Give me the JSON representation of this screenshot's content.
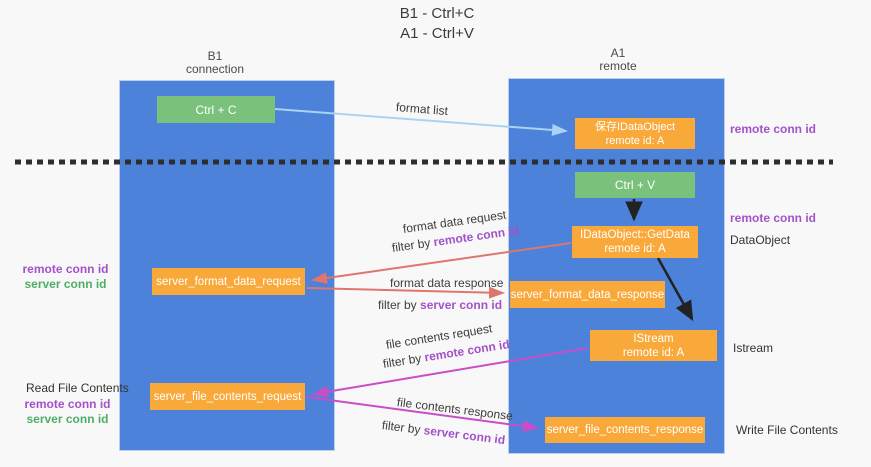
{
  "title": {
    "line1": "B1 - Ctrl+C",
    "line2": "A1 - Ctrl+V"
  },
  "lanes": {
    "b1": {
      "header_line1": "B1",
      "header_line2": "connection"
    },
    "a1": {
      "header_line1": "A1",
      "header_line2": "remote"
    }
  },
  "nodes": {
    "ctrl_c": "Ctrl + C",
    "ctrl_v": "Ctrl + V",
    "save_dataobject": {
      "line1": "保存IDataObject",
      "line2": "remote id: A"
    },
    "getdata": {
      "line1": "IDataObject::GetData",
      "line2": "remote id: A"
    },
    "istream": {
      "line1": "IStream",
      "line2": "remote id: A"
    },
    "server_format_data_request": "server_format_data_request",
    "server_format_data_response": "server_format_data_response",
    "server_file_contents_request": "server_file_contents_request",
    "server_file_contents_response": "server_file_contents_response"
  },
  "side_labels": {
    "remote_conn_id_top": "remote conn id",
    "remote_conn_id_mid": "remote conn id",
    "dataobject": "DataObject",
    "istream": "Istream",
    "write_file_contents": "Write File Contents",
    "read_file_contents": "Read File Contents",
    "remote_conn_id_left": "remote conn id",
    "server_conn_id_left": "server conn id"
  },
  "edge_labels": {
    "format_list": "format list",
    "format_data_request": "format data request",
    "format_data_response": "format data response",
    "file_contents_request": "file contents request",
    "file_contents_response": "file contents response",
    "filter_by": "filter by ",
    "remote_conn_id": "remote conn id",
    "server_conn_id": "server conn id"
  },
  "colors": {
    "background": "#f8f8f8",
    "lane_blue": "#4c82d9",
    "node_green": "#7ac17c",
    "node_orange": "#f9a83a",
    "arrow_light_blue": "#a9d3f2",
    "arrow_red": "#e0756e",
    "arrow_magenta": "#c84ec8",
    "arrow_black": "#222222",
    "text_purple": "#a352c9",
    "text_green": "#4fae66"
  }
}
